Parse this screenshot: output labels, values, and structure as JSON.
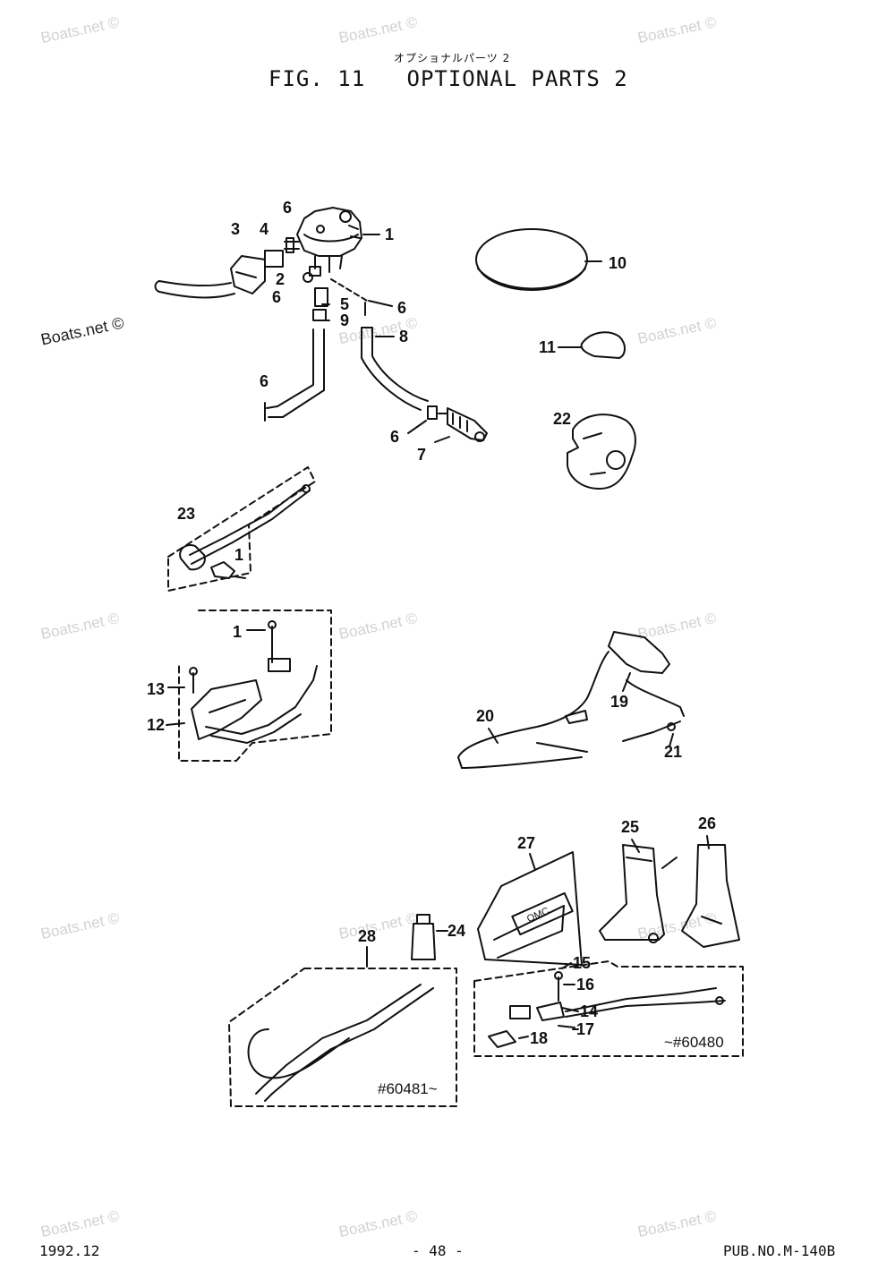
{
  "header": {
    "subtitle_jp": "オプショナルパーツ 2",
    "title": "FIG. 11   OPTIONAL PARTS 2"
  },
  "footer": {
    "date": "1992.12",
    "page": "- 48 -",
    "publication": "PUB.NO.M-140B"
  },
  "watermark": {
    "text": "Boats.net ©",
    "color": "#d2d2d2"
  },
  "callouts": {
    "c1": "1",
    "c2": "2",
    "c3": "3",
    "c4": "4",
    "c5": "5",
    "c6a": "6",
    "c6b": "6",
    "c6c": "6",
    "c6d": "6",
    "c6e": "6",
    "c7": "7",
    "c8": "8",
    "c9": "9",
    "c10": "10",
    "c11": "11",
    "c22": "22",
    "c23": "23",
    "c1b": "1",
    "c1c": "1",
    "c13": "13",
    "c12": "12",
    "c19": "19",
    "c20": "20",
    "c21": "21",
    "c27": "27",
    "c25": "25",
    "c26": "26",
    "c24": "24",
    "c28": "28",
    "c15": "15",
    "c16": "16",
    "c14": "14",
    "c17": "17",
    "c18": "18"
  },
  "serials": {
    "s1": "#60481~",
    "s2": "~#60480"
  },
  "parts": {
    "tank_label": "OMC"
  }
}
